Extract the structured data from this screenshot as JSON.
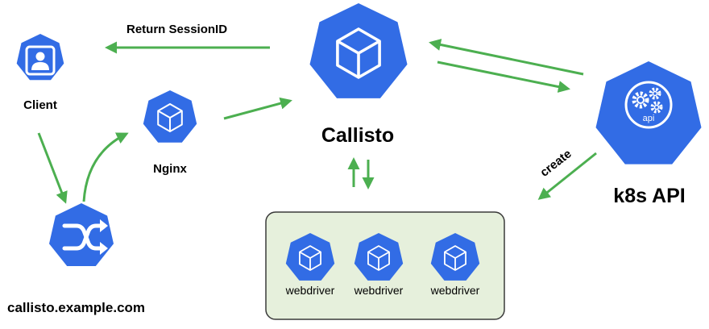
{
  "labels": {
    "return_session": "Return SessionID",
    "client": "Client",
    "nginx": "Nginx",
    "callisto": "Callisto",
    "create": "create",
    "k8s_api": "k8s API",
    "domain": "callisto.example.com",
    "api_icon_text": "api"
  },
  "webdrivers": [
    "webdriver",
    "webdriver",
    "webdriver"
  ],
  "colors": {
    "k8s_blue": "#326ce5",
    "arrow_green": "#4caf50",
    "box_fill": "#e6f0dc",
    "box_border": "#3a3a3a"
  },
  "icons": {
    "client": "user-card-icon",
    "nginx": "cube-icon",
    "callisto": "cube-icon",
    "k8s_api": "gears-api-icon",
    "load_balancer": "shuffle-icon",
    "webdriver": "cube-icon"
  }
}
